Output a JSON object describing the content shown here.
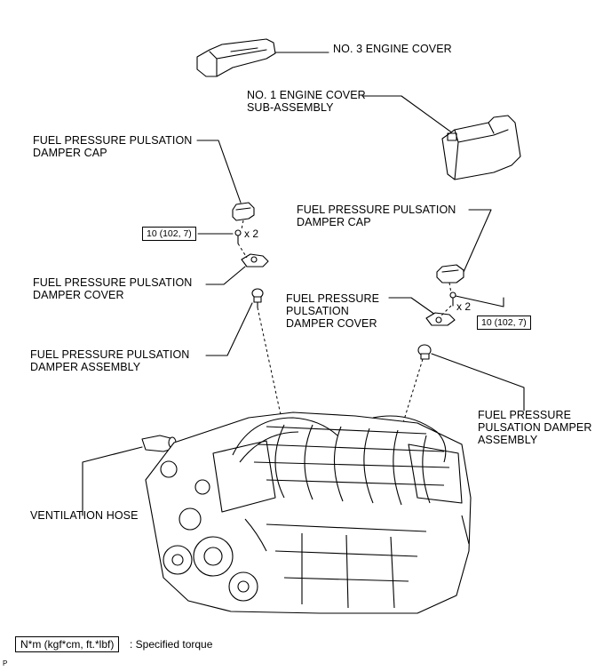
{
  "labels": {
    "no3_engine_cover": "NO. 3 ENGINE COVER",
    "no1_engine_cover": "NO. 1 ENGINE COVER\nSUB-ASSEMBLY",
    "left_damper_cap": "FUEL PRESSURE PULSATION\nDAMPER CAP",
    "left_damper_cover": "FUEL PRESSURE PULSATION\nDAMPER COVER",
    "left_damper_assembly": "FUEL PRESSURE PULSATION\nDAMPER ASSEMBLY",
    "right_damper_cap": "FUEL PRESSURE PULSATION\nDAMPER CAP",
    "right_damper_cover": "FUEL PRESSURE\nPULSATION\nDAMPER COVER",
    "right_damper_assembly": "FUEL PRESSURE\nPULSATION DAMPER\nASSEMBLY",
    "ventilation_hose": "VENTILATION HOSE"
  },
  "torque": {
    "left": "10 (102, 7)",
    "right": "10 (102, 7)"
  },
  "quantity": {
    "left": "x 2",
    "right": "x 2"
  },
  "legend": {
    "units": "N*m (kgf*cm, ft.*lbf)",
    "description": ": Specified torque"
  },
  "corner_mark": "P"
}
